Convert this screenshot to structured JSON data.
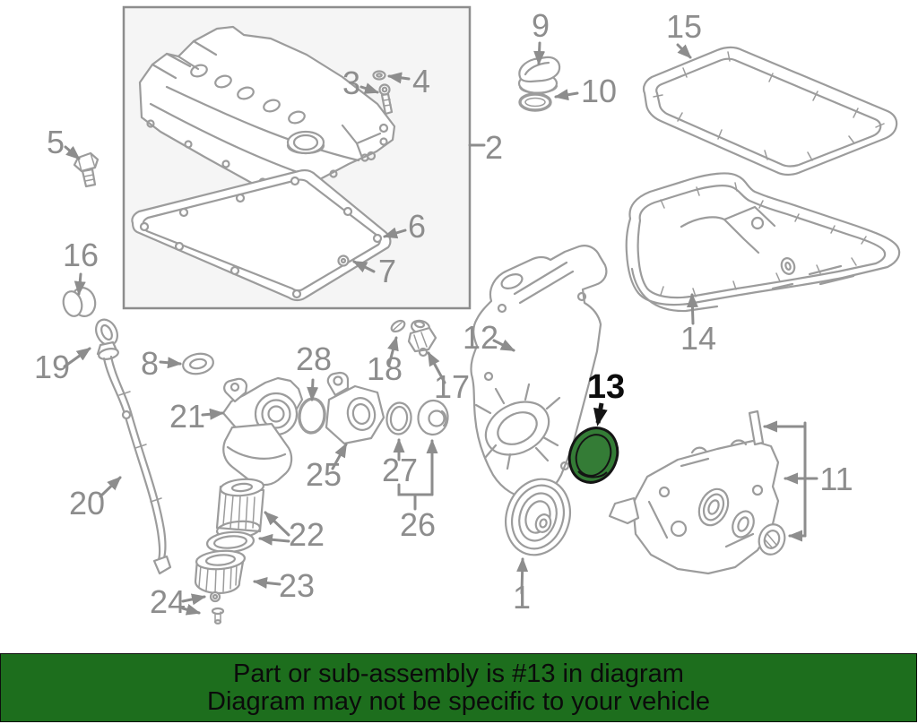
{
  "banner": {
    "line1": "Part or sub-assembly is #13 in diagram",
    "line2": "Diagram may not be specific to your vehicle",
    "background_color": "#1d6e1d",
    "text_color": "#0b0b0b"
  },
  "highlight": {
    "part_number": "13",
    "fill_color": "#347c36",
    "outline_color": "#141414"
  },
  "diagram": {
    "line_color": "#9c9c9c",
    "label_color": "#8d8d8d",
    "subassembly_box_fill": "#f5f5f5"
  },
  "labels": {
    "p1": "1",
    "p2": "2",
    "p3": "3",
    "p4": "4",
    "p5": "5",
    "p6": "6",
    "p7": "7",
    "p8": "8",
    "p9": "9",
    "p10": "10",
    "p11": "11",
    "p12": "12",
    "p13": "13",
    "p14": "14",
    "p15": "15",
    "p16": "16",
    "p17": "17",
    "p18": "18",
    "p19": "19",
    "p20": "20",
    "p21": "21",
    "p22": "22",
    "p23": "23",
    "p24": "24",
    "p25": "25",
    "p26": "26",
    "p27": "27",
    "p28": "28"
  }
}
